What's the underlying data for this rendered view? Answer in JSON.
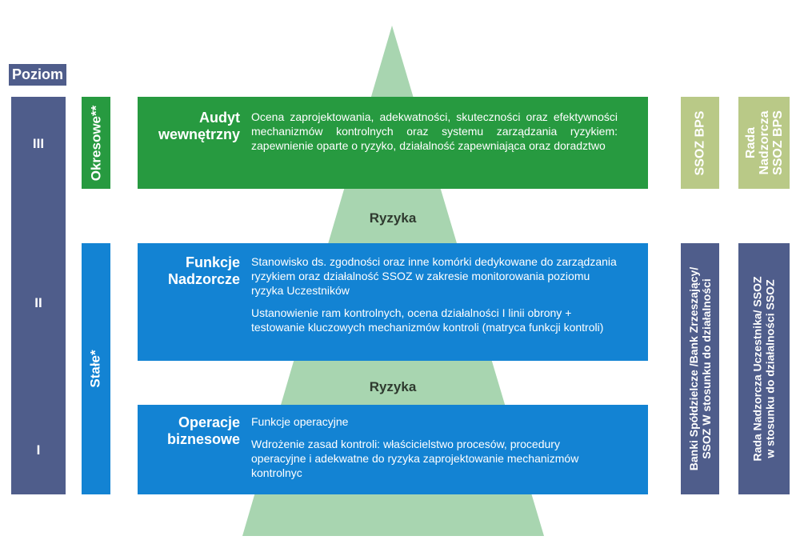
{
  "poziom_label": "Poziom",
  "levels": [
    "III",
    "II",
    "I"
  ],
  "frequency": {
    "periodic": "Okresowe**",
    "permanent": "Stałe*"
  },
  "boxes": {
    "audit": {
      "title_line1": "Audyt",
      "title_line2": "wewnętrzny",
      "desc": "Ocena zaprojektowania, adekwatności, skuteczności oraz efektywności mechanizmów kontrolnych oraz systemu zarządzania ryzykiem: zapewnienie oparte o ryzyko, działalność zapewniająca oraz doradztwo"
    },
    "supervisory": {
      "title_line1": "Funkcje",
      "title_line2": "Nadzorcze",
      "desc1": "Stanowisko ds. zgodności oraz inne komórki dedykowane do zarządzania ryzykiem oraz działalność SSOZ w zakresie monitorowania poziomu ryzyka Uczestników",
      "desc2": "Ustanowienie ram kontrolnych, ocena działalności I linii obrony + testowanie kluczowych mechanizmów kontroli (matryca funkcji kontroli)"
    },
    "business": {
      "title_line1": "Operacje",
      "title_line2": "biznesowe",
      "desc1": "Funkcje operacyjne",
      "desc2": "Wdrożenie zasad kontroli: właścicielstwo procesów, procedury operacyjne i adekwatne do ryzyka zaprojektowanie mechanizmów kontrolnyc"
    }
  },
  "risk_label": "Ryzyka",
  "right_columns": {
    "col1_top": "SSOZ BPS",
    "col2_top_line1": "Rada",
    "col2_top_line2": "Nadzorcza",
    "col2_top_line3": "SSOZ BPS",
    "col1_bottom_line1": "Banki Spółdzielcze /Bank Zrzeszający/",
    "col1_bottom_line2": "SSOZ W stosunku do działalności",
    "col2_bottom_line1": "Rada Nadzorcza Uczestnika/ SSOZ",
    "col2_bottom_line2": "w stosunku do działalności SSOZ"
  },
  "colors": {
    "navy": "#4f5d8b",
    "green": "#279a40",
    "blue": "#1383d3",
    "pyramid": "#a8d5b0",
    "olive": "#b9c987"
  }
}
